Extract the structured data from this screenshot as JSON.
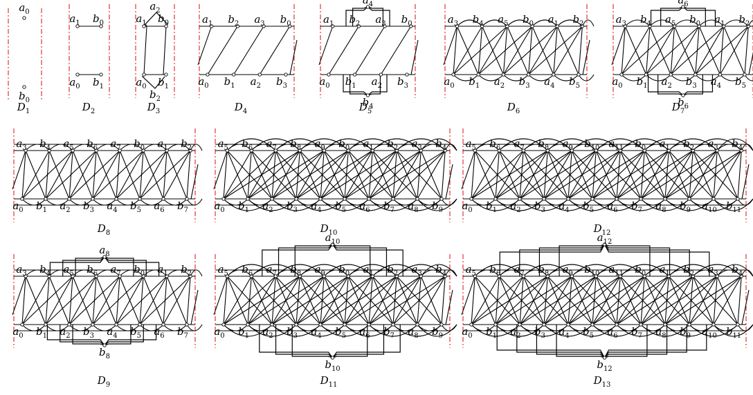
{
  "figures": [
    {
      "id": "D1",
      "caption": {
        "letter": "D",
        "sub": "1"
      },
      "n": 1,
      "style": "points",
      "top_labels": [
        {
          "letter": "a",
          "sub": "0"
        }
      ],
      "bottom_labels": [
        {
          "letter": "b",
          "sub": "0"
        }
      ]
    },
    {
      "id": "D2",
      "caption": {
        "letter": "D",
        "sub": "2"
      },
      "n": 2,
      "style": "simple",
      "top_labels": [
        {
          "letter": "a",
          "sub": "1"
        },
        {
          "letter": "b",
          "sub": "0"
        }
      ],
      "bottom_labels": [
        {
          "letter": "a",
          "sub": "0"
        },
        {
          "letter": "b",
          "sub": "1"
        }
      ]
    },
    {
      "id": "D3",
      "caption": {
        "letter": "D",
        "sub": "3"
      },
      "n": 3,
      "style": "twisted",
      "apex_top": {
        "letter": "a",
        "sub": "2"
      },
      "apex_bottom": {
        "letter": "b",
        "sub": "2"
      },
      "top_labels": [
        {
          "letter": "a",
          "sub": "1"
        },
        {
          "letter": "b",
          "sub": "0"
        }
      ],
      "bottom_labels": [
        {
          "letter": "a",
          "sub": "0"
        },
        {
          "letter": "b",
          "sub": "1"
        }
      ]
    },
    {
      "id": "D4",
      "caption": {
        "letter": "D",
        "sub": "4"
      },
      "n": 4,
      "style": "band",
      "top_labels": [
        {
          "letter": "a",
          "sub": "1"
        },
        {
          "letter": "b",
          "sub": "2"
        },
        {
          "letter": "a",
          "sub": "3"
        },
        {
          "letter": "b",
          "sub": "0"
        }
      ],
      "bottom_labels": [
        {
          "letter": "a",
          "sub": "0"
        },
        {
          "letter": "b",
          "sub": "1"
        },
        {
          "letter": "a",
          "sub": "2"
        },
        {
          "letter": "b",
          "sub": "3"
        }
      ]
    },
    {
      "id": "D5",
      "caption": {
        "letter": "D",
        "sub": "5"
      },
      "n": 5,
      "style": "band-apex",
      "apex_top": {
        "letter": "a",
        "sub": "4"
      },
      "apex_bottom": {
        "letter": "b",
        "sub": "4"
      },
      "top_labels": [
        {
          "letter": "a",
          "sub": "1"
        },
        {
          "letter": "b",
          "sub": "2"
        },
        {
          "letter": "a",
          "sub": "3"
        },
        {
          "letter": "b",
          "sub": "0"
        }
      ],
      "bottom_labels": [
        {
          "letter": "a",
          "sub": "0"
        },
        {
          "letter": "b",
          "sub": "1"
        },
        {
          "letter": "a",
          "sub": "2"
        },
        {
          "letter": "b",
          "sub": "3"
        }
      ]
    },
    {
      "id": "D6",
      "caption": {
        "letter": "D",
        "sub": "6"
      },
      "n": 6,
      "style": "band",
      "top_labels": [
        {
          "letter": "a",
          "sub": "3"
        },
        {
          "letter": "b",
          "sub": "4"
        },
        {
          "letter": "a",
          "sub": "5"
        },
        {
          "letter": "b",
          "sub": "0"
        },
        {
          "letter": "a",
          "sub": "1"
        },
        {
          "letter": "b",
          "sub": "2"
        }
      ],
      "bottom_labels": [
        {
          "letter": "a",
          "sub": "0"
        },
        {
          "letter": "b",
          "sub": "1"
        },
        {
          "letter": "a",
          "sub": "2"
        },
        {
          "letter": "b",
          "sub": "3"
        },
        {
          "letter": "a",
          "sub": "4"
        },
        {
          "letter": "b",
          "sub": "5"
        }
      ]
    },
    {
      "id": "D7",
      "caption": {
        "letter": "D",
        "sub": "7"
      },
      "n": 7,
      "style": "band-apex",
      "apex_top": {
        "letter": "a",
        "sub": "6"
      },
      "apex_bottom": {
        "letter": "b",
        "sub": "6"
      },
      "top_labels": [
        {
          "letter": "a",
          "sub": "3"
        },
        {
          "letter": "b",
          "sub": "4"
        },
        {
          "letter": "a",
          "sub": "5"
        },
        {
          "letter": "b",
          "sub": "0"
        },
        {
          "letter": "a",
          "sub": "1"
        },
        {
          "letter": "b",
          "sub": "2"
        }
      ],
      "bottom_labels": [
        {
          "letter": "a",
          "sub": "0"
        },
        {
          "letter": "b",
          "sub": "1"
        },
        {
          "letter": "a",
          "sub": "2"
        },
        {
          "letter": "b",
          "sub": "3"
        },
        {
          "letter": "a",
          "sub": "4"
        },
        {
          "letter": "b",
          "sub": "5"
        }
      ]
    },
    {
      "id": "D8",
      "caption": {
        "letter": "D",
        "sub": "8"
      },
      "n": 8,
      "style": "band",
      "top_labels": [
        {
          "letter": "a",
          "sub": "3"
        },
        {
          "letter": "b",
          "sub": "4"
        },
        {
          "letter": "a",
          "sub": "5"
        },
        {
          "letter": "b",
          "sub": "6"
        },
        {
          "letter": "a",
          "sub": "7"
        },
        {
          "letter": "b",
          "sub": "0"
        },
        {
          "letter": "a",
          "sub": "1"
        },
        {
          "letter": "b",
          "sub": "2"
        }
      ],
      "bottom_labels": [
        {
          "letter": "a",
          "sub": "0"
        },
        {
          "letter": "b",
          "sub": "1"
        },
        {
          "letter": "a",
          "sub": "2"
        },
        {
          "letter": "b",
          "sub": "3"
        },
        {
          "letter": "a",
          "sub": "4"
        },
        {
          "letter": "b",
          "sub": "5"
        },
        {
          "letter": "a",
          "sub": "6"
        },
        {
          "letter": "b",
          "sub": "7"
        }
      ]
    },
    {
      "id": "D10",
      "caption": {
        "letter": "D",
        "sub": "10"
      },
      "n": 10,
      "style": "band",
      "top_labels": [
        {
          "letter": "a",
          "sub": "5"
        },
        {
          "letter": "b",
          "sub": "6"
        },
        {
          "letter": "a",
          "sub": "7"
        },
        {
          "letter": "b",
          "sub": "8"
        },
        {
          "letter": "a",
          "sub": "9"
        },
        {
          "letter": "b",
          "sub": "0"
        },
        {
          "letter": "a",
          "sub": "1"
        },
        {
          "letter": "b",
          "sub": "2"
        },
        {
          "letter": "a",
          "sub": "3"
        },
        {
          "letter": "b",
          "sub": "4"
        }
      ],
      "bottom_labels": [
        {
          "letter": "a",
          "sub": "0"
        },
        {
          "letter": "b",
          "sub": "1"
        },
        {
          "letter": "a",
          "sub": "2"
        },
        {
          "letter": "b",
          "sub": "3"
        },
        {
          "letter": "a",
          "sub": "4"
        },
        {
          "letter": "b",
          "sub": "5"
        },
        {
          "letter": "a",
          "sub": "6"
        },
        {
          "letter": "b",
          "sub": "7"
        },
        {
          "letter": "a",
          "sub": "8"
        },
        {
          "letter": "b",
          "sub": "9"
        }
      ]
    },
    {
      "id": "D12",
      "caption": {
        "letter": "D",
        "sub": "12"
      },
      "n": 12,
      "style": "band",
      "top_labels": [
        {
          "letter": "a",
          "sub": "5"
        },
        {
          "letter": "b",
          "sub": "6"
        },
        {
          "letter": "a",
          "sub": "7"
        },
        {
          "letter": "b",
          "sub": "8"
        },
        {
          "letter": "a",
          "sub": "9"
        },
        {
          "letter": "b",
          "sub": "10"
        },
        {
          "letter": "a",
          "sub": "11"
        },
        {
          "letter": "b",
          "sub": "0"
        },
        {
          "letter": "a",
          "sub": "1"
        },
        {
          "letter": "b",
          "sub": "2"
        },
        {
          "letter": "a",
          "sub": "3"
        },
        {
          "letter": "b",
          "sub": "4"
        }
      ],
      "bottom_labels": [
        {
          "letter": "a",
          "sub": "0"
        },
        {
          "letter": "b",
          "sub": "1"
        },
        {
          "letter": "a",
          "sub": "2"
        },
        {
          "letter": "b",
          "sub": "3"
        },
        {
          "letter": "a",
          "sub": "4"
        },
        {
          "letter": "b",
          "sub": "5"
        },
        {
          "letter": "a",
          "sub": "6"
        },
        {
          "letter": "b",
          "sub": "7"
        },
        {
          "letter": "a",
          "sub": "8"
        },
        {
          "letter": "b",
          "sub": "9"
        },
        {
          "letter": "a",
          "sub": "10"
        },
        {
          "letter": "b",
          "sub": "11"
        }
      ]
    },
    {
      "id": "D9",
      "caption": {
        "letter": "D",
        "sub": "9"
      },
      "n": 9,
      "style": "band-apex",
      "apex_top": {
        "letter": "a",
        "sub": "8"
      },
      "apex_bottom": {
        "letter": "b",
        "sub": "8"
      },
      "top_labels": [
        {
          "letter": "a",
          "sub": "3"
        },
        {
          "letter": "b",
          "sub": "4"
        },
        {
          "letter": "a",
          "sub": "5"
        },
        {
          "letter": "b",
          "sub": "6"
        },
        {
          "letter": "a",
          "sub": "7"
        },
        {
          "letter": "b",
          "sub": "0"
        },
        {
          "letter": "a",
          "sub": "1"
        },
        {
          "letter": "b",
          "sub": "2"
        }
      ],
      "bottom_labels": [
        {
          "letter": "a",
          "sub": "0"
        },
        {
          "letter": "b",
          "sub": "1"
        },
        {
          "letter": "a",
          "sub": "2"
        },
        {
          "letter": "b",
          "sub": "3"
        },
        {
          "letter": "a",
          "sub": "4"
        },
        {
          "letter": "b",
          "sub": "5"
        },
        {
          "letter": "a",
          "sub": "6"
        },
        {
          "letter": "b",
          "sub": "7"
        }
      ]
    },
    {
      "id": "D11",
      "caption": {
        "letter": "D",
        "sub": "11"
      },
      "n": 11,
      "style": "band-apex",
      "apex_top": {
        "letter": "a",
        "sub": "10"
      },
      "apex_bottom": {
        "letter": "b",
        "sub": "10"
      },
      "top_labels": [
        {
          "letter": "a",
          "sub": "5"
        },
        {
          "letter": "b",
          "sub": "6"
        },
        {
          "letter": "a",
          "sub": "7"
        },
        {
          "letter": "b",
          "sub": "8"
        },
        {
          "letter": "a",
          "sub": "9"
        },
        {
          "letter": "b",
          "sub": "0"
        },
        {
          "letter": "a",
          "sub": "1"
        },
        {
          "letter": "b",
          "sub": "2"
        },
        {
          "letter": "a",
          "sub": "3"
        },
        {
          "letter": "b",
          "sub": "4"
        }
      ],
      "bottom_labels": [
        {
          "letter": "a",
          "sub": "0"
        },
        {
          "letter": "b",
          "sub": "1"
        },
        {
          "letter": "a",
          "sub": "2"
        },
        {
          "letter": "b",
          "sub": "3"
        },
        {
          "letter": "a",
          "sub": "4"
        },
        {
          "letter": "b",
          "sub": "5"
        },
        {
          "letter": "a",
          "sub": "6"
        },
        {
          "letter": "b",
          "sub": "7"
        },
        {
          "letter": "a",
          "sub": "8"
        },
        {
          "letter": "b",
          "sub": "9"
        }
      ]
    },
    {
      "id": "D13",
      "caption": {
        "letter": "D",
        "sub": "13"
      },
      "n": 13,
      "style": "band-apex",
      "apex_top": {
        "letter": "a",
        "sub": "12"
      },
      "apex_bottom": {
        "letter": "b",
        "sub": "12"
      },
      "top_labels": [
        {
          "letter": "a",
          "sub": "5"
        },
        {
          "letter": "b",
          "sub": "6"
        },
        {
          "letter": "a",
          "sub": "7"
        },
        {
          "letter": "b",
          "sub": "8"
        },
        {
          "letter": "a",
          "sub": "9"
        },
        {
          "letter": "b",
          "sub": "10"
        },
        {
          "letter": "a",
          "sub": "11"
        },
        {
          "letter": "b",
          "sub": "0"
        },
        {
          "letter": "a",
          "sub": "1"
        },
        {
          "letter": "b",
          "sub": "2"
        },
        {
          "letter": "a",
          "sub": "3"
        },
        {
          "letter": "b",
          "sub": "4"
        }
      ],
      "bottom_labels": [
        {
          "letter": "a",
          "sub": "0"
        },
        {
          "letter": "b",
          "sub": "1"
        },
        {
          "letter": "a",
          "sub": "2"
        },
        {
          "letter": "b",
          "sub": "3"
        },
        {
          "letter": "a",
          "sub": "4"
        },
        {
          "letter": "b",
          "sub": "5"
        },
        {
          "letter": "a",
          "sub": "6"
        },
        {
          "letter": "b",
          "sub": "7"
        },
        {
          "letter": "a",
          "sub": "8"
        },
        {
          "letter": "b",
          "sub": "9"
        },
        {
          "letter": "a",
          "sub": "10"
        },
        {
          "letter": "b",
          "sub": "11"
        }
      ]
    }
  ],
  "colors": {
    "edge": "#000000",
    "cut_line": "#e02020",
    "background": "#ffffff"
  }
}
